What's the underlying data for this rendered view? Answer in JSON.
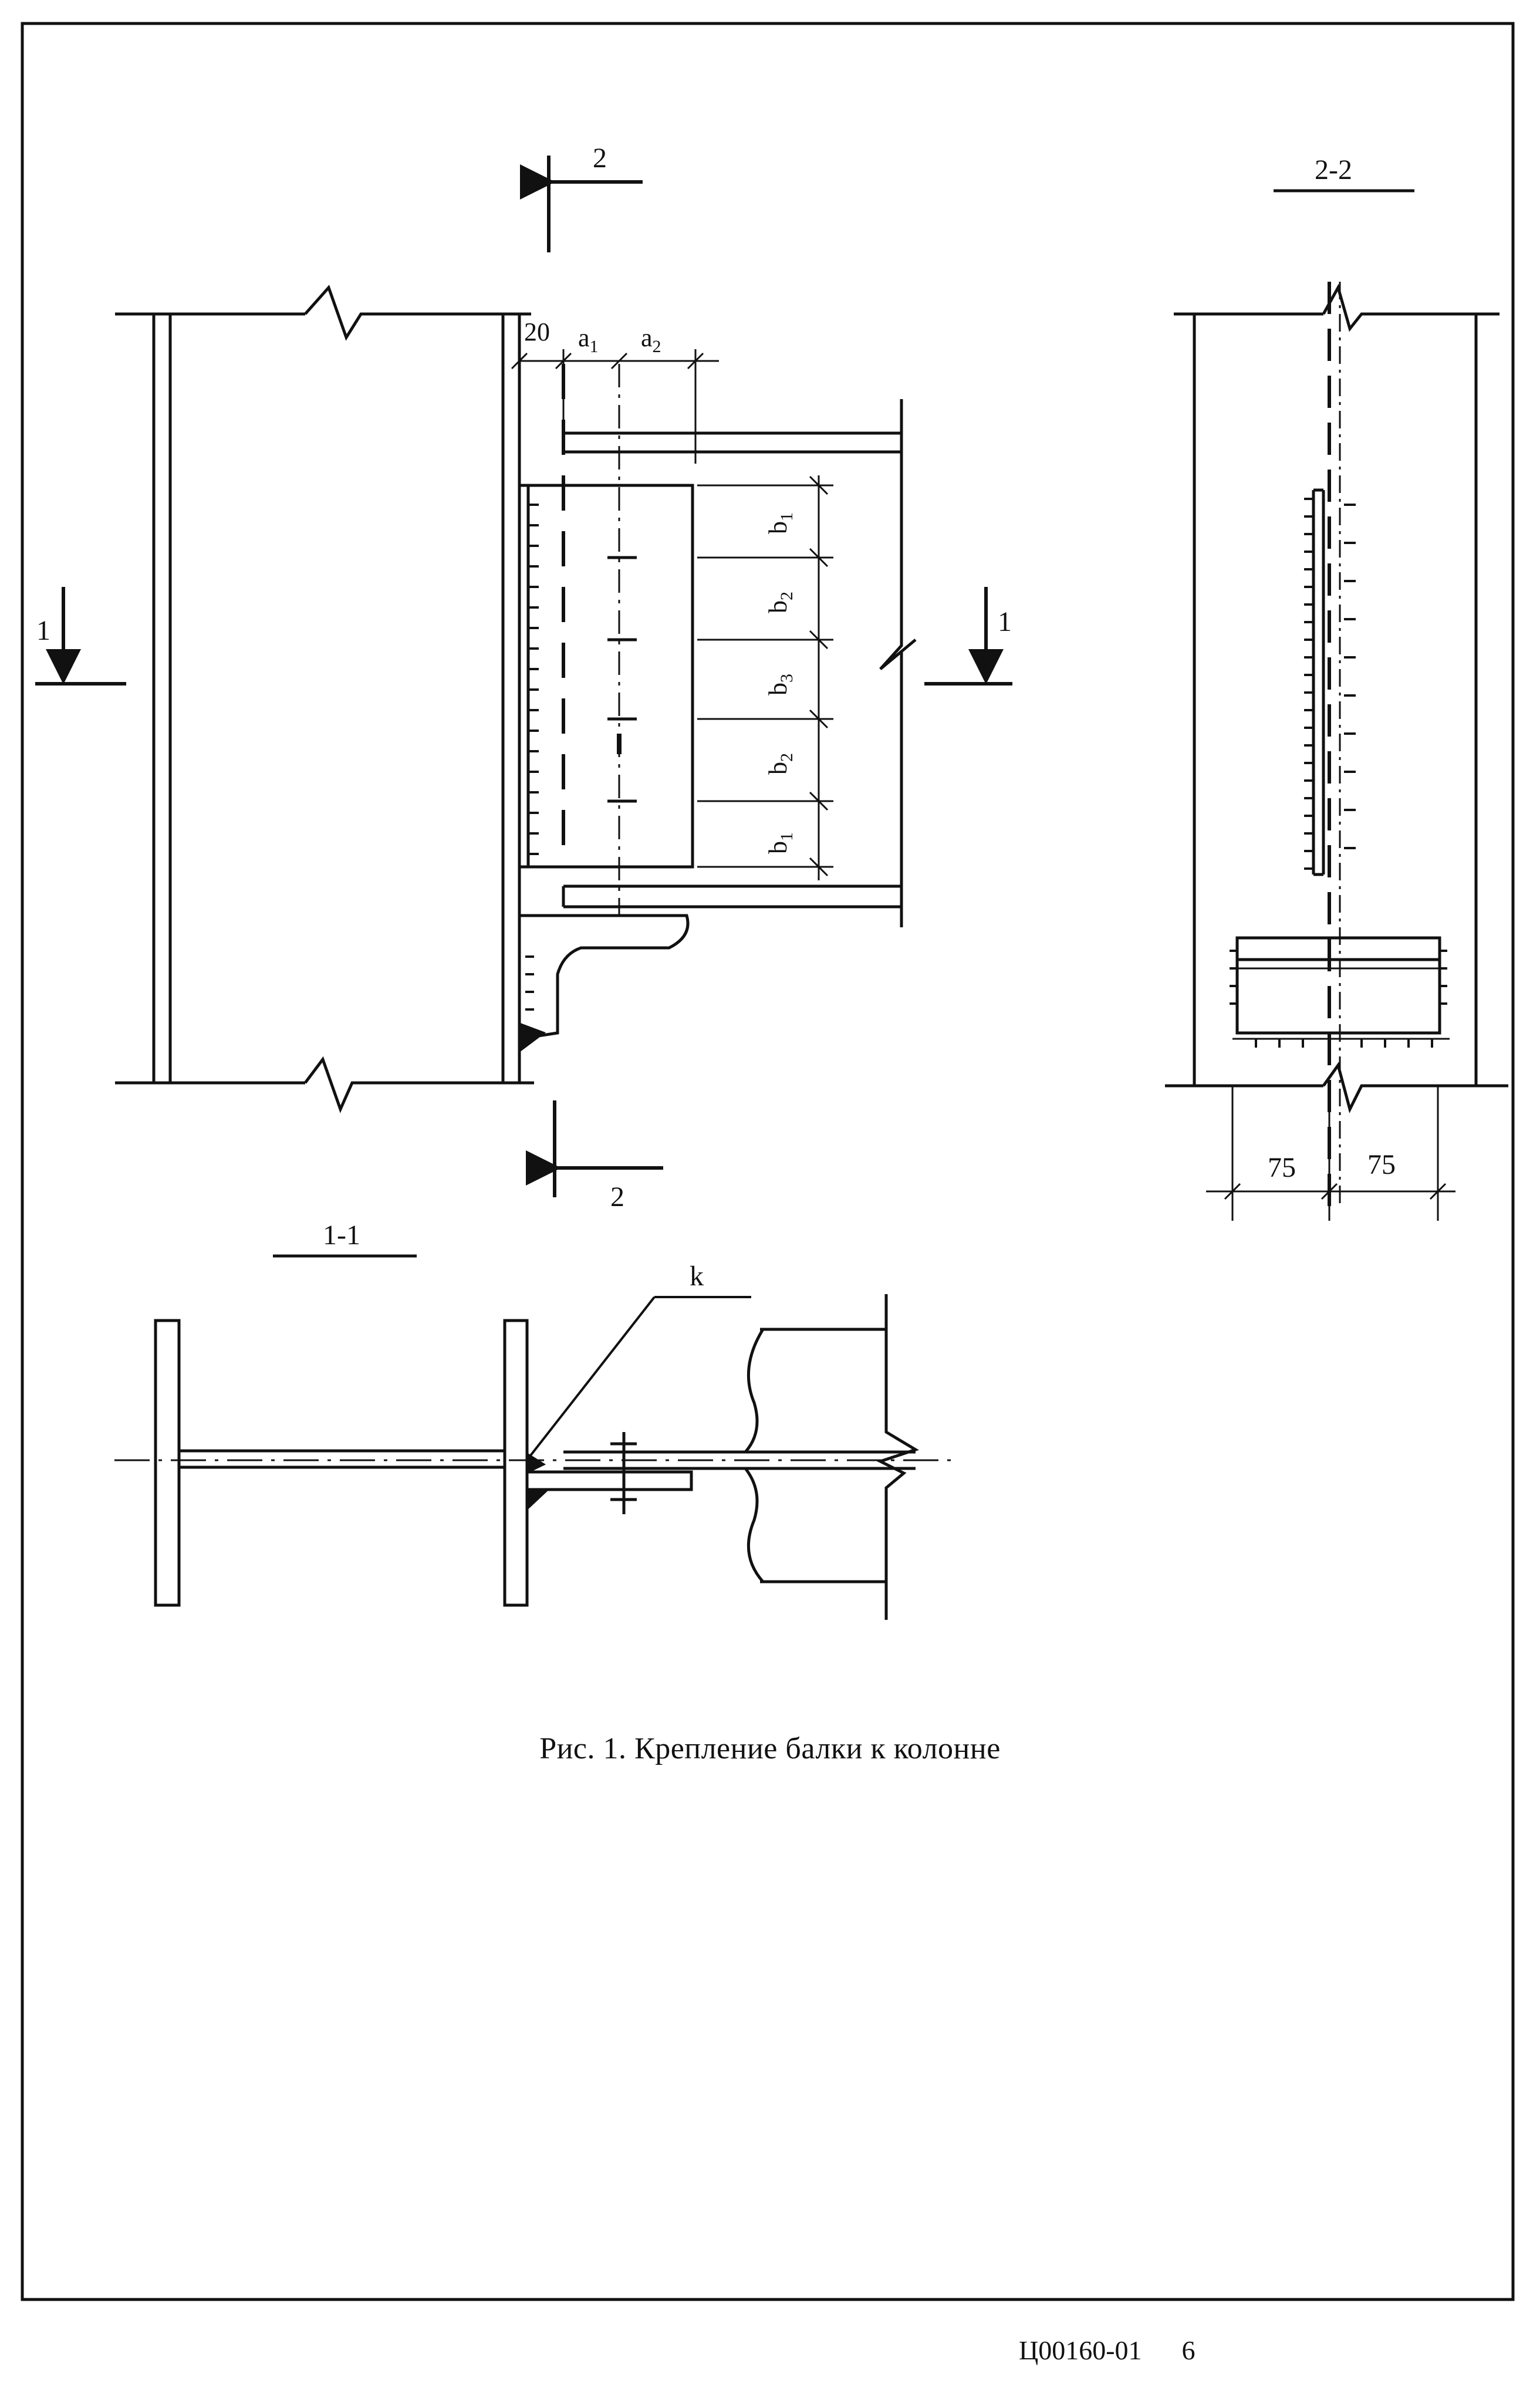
{
  "figure": {
    "caption": "Рис. 1. Крепление балки к колонне",
    "labels": {
      "section_2_top": "2",
      "section_2_bottom": "2",
      "section_1_left": "1",
      "section_1_right": "1",
      "title_2_2": "2-2",
      "title_1_1": "1-1",
      "weld_leg": "k"
    },
    "dimensions": {
      "edge": "20",
      "a1": "a",
      "a1_sub": "1",
      "a2": "a",
      "a2_sub": "2",
      "b": [
        {
          "main": "b",
          "sub": "1"
        },
        {
          "main": "b",
          "sub": "2"
        },
        {
          "main": "b",
          "sub": "3"
        },
        {
          "main": "b",
          "sub": "2"
        },
        {
          "main": "b",
          "sub": "1"
        }
      ],
      "d75_left": "75",
      "d75_right": "75"
    }
  },
  "footer": {
    "code": "Ц00160-01",
    "page": "6"
  }
}
